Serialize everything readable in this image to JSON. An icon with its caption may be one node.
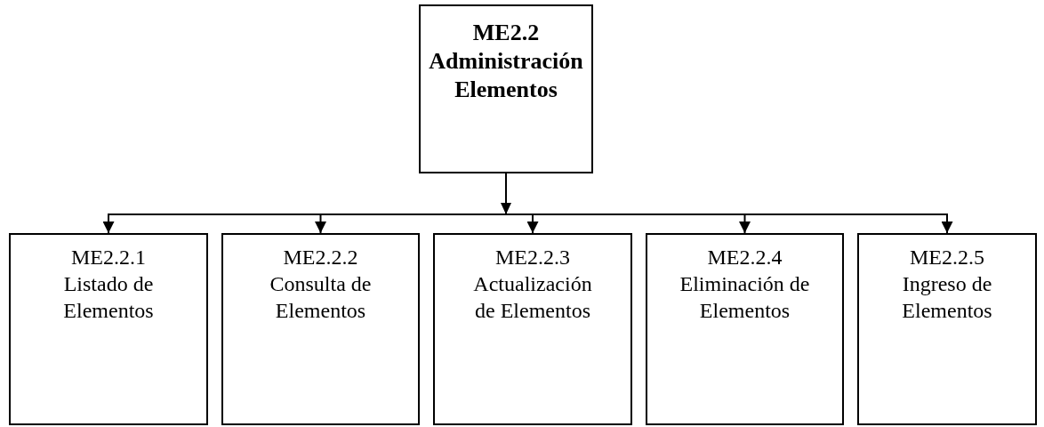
{
  "diagram": {
    "nodes": [
      {
        "text": [
          "ME2.2 Administración Elementos"
        ]
      },
      {
        "text": [
          "ME2.2.1 Listado de Elementos"
        ]
      },
      {
        "text": [
          "ME2.2.2 Consulta de Elementos"
        ]
      },
      {
        "text": [
          "ME2.2.3 Actualización de Elementos"
        ]
      },
      {
        "text": [
          "ME2.2.4 Eliminación de Elementos"
        ]
      },
      {
        "text": [
          "ME2.2.5 Ingreso de Elementos"
        ]
      }
    ],
    "edges": [
      {
        "from": 0,
        "to": 1,
        "arrow": "to"
      },
      {
        "from": 0,
        "to": 2,
        "arrow": "to"
      },
      {
        "from": 0,
        "to": 3,
        "arrow": "to"
      },
      {
        "from": 0,
        "to": 4,
        "arrow": "to"
      },
      {
        "from": 0,
        "to": 5,
        "arrow": "to"
      }
    ]
  }
}
